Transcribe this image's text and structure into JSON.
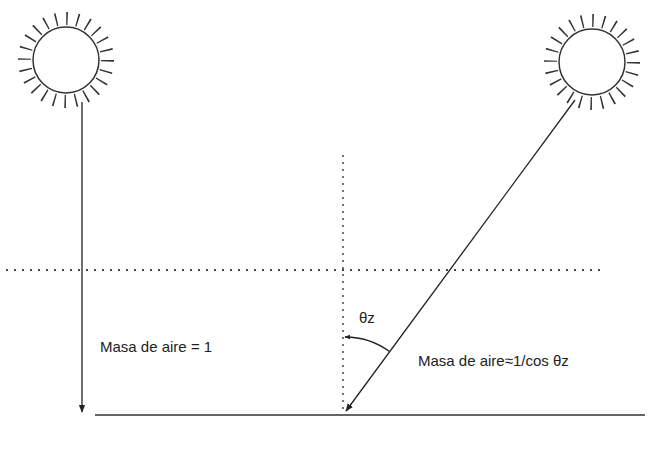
{
  "diagram": {
    "labels": [
      "Masa de aire = 1",
      "θz",
      "Masa de aire≈1/cos θz"
    ]
  }
}
